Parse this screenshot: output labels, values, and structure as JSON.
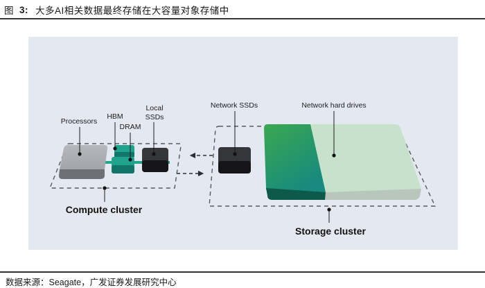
{
  "figure": {
    "prefix": "图",
    "number": "3:",
    "title": "大多AI相关数据最终存储在大容量对象存储中"
  },
  "diagram": {
    "labels": {
      "processors": "Processors",
      "hbm": "HBM",
      "dram": "DRAM",
      "local_ssds_line1": "Local",
      "local_ssds_line2": "SSDs",
      "network_ssds": "Network SSDs",
      "network_hard_drives": "Network hard drives",
      "compute_cluster": "Compute cluster",
      "storage_cluster": "Storage cluster"
    },
    "colors": {
      "panel_bg": "#e4e9f1",
      "processor_gray": "#a9acb0",
      "teal": "#1a9a8a",
      "dark_box": "#2a2b2e",
      "hdd_green_dark": "#1f8f6e",
      "hdd_green_light": "#c6e1c9",
      "dash": "#555a60"
    }
  },
  "source": {
    "text": "数据来源：Seagate，广发证券发展研究中心"
  }
}
